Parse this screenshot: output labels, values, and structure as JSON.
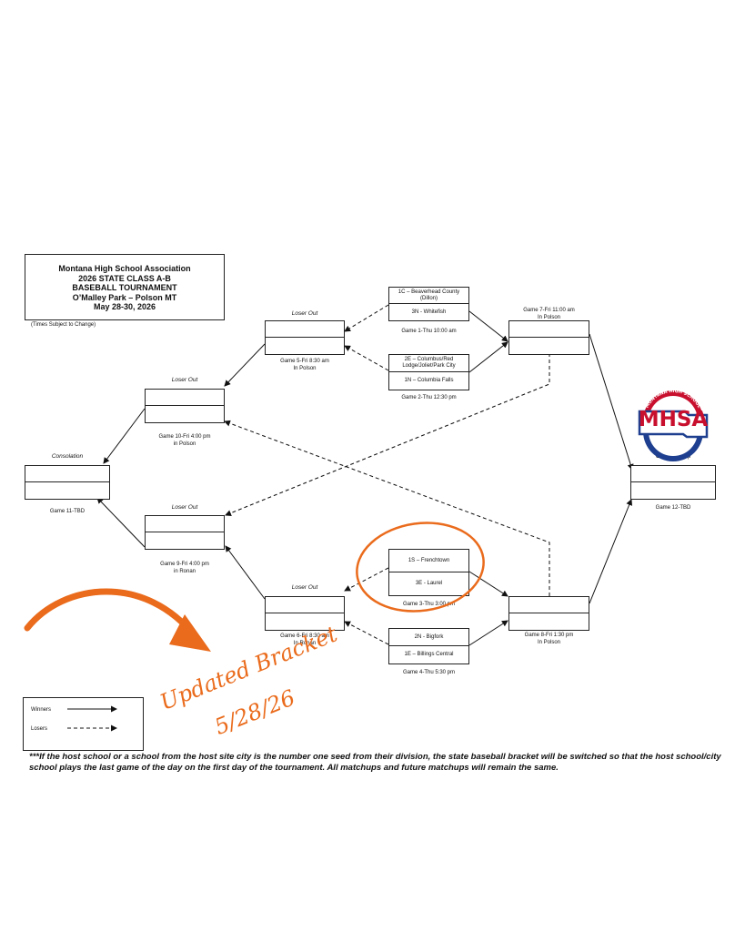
{
  "header": {
    "line1": "Montana High School Association",
    "line2": "2026 STATE CLASS A-B",
    "line3": "BASEBALL TOURNAMENT",
    "line4": "O’Malley Park – Polson MT",
    "line5": "May 28-30, 2026",
    "note": "(Times Subject to Change)"
  },
  "games": {
    "g1": {
      "top": "1C – Beaverhead County (Dillon)",
      "bottom": "3N - Whitefish",
      "label": "Game 1-Thu 10:00 am"
    },
    "g2": {
      "top": "2E – Columbus/Red Lodge/Joliet/Park City",
      "bottom": "1N – Columbia Falls",
      "label": "Game 2-Thu 12:30 pm"
    },
    "g3": {
      "top": "1S – Frenchtown",
      "bottom": "3E - Laurel",
      "label": "Game 3-Thu 3:00 pm"
    },
    "g4": {
      "top": "2N - Bigfork",
      "bottom": "1E – Billings Central",
      "label": "Game 4-Thu 5:30 pm"
    },
    "g5": {
      "title": "Loser Out",
      "label1": "Game 5-Fri 8:30 am",
      "label2": "In Polson"
    },
    "g6": {
      "title": "Loser Out",
      "label1": "Game 6-Fri 8:30 am",
      "label2": "In Ronan"
    },
    "g7": {
      "label1": "Game 7-Fri 11:00 am",
      "label2": "In Polson"
    },
    "g8": {
      "label1": "Game 8-Fri 1:30 pm",
      "label2": "In Polson"
    },
    "g9": {
      "title": "Loser Out",
      "label1": "Game 9-Fri 4:00 pm",
      "label2": "in Ronan"
    },
    "g10": {
      "title": "Loser Out",
      "label1": "Game 10-Fri 4:00 pm",
      "label2": "in Polson"
    },
    "g11": {
      "title": "Consolation",
      "label": "Game 11-TBD"
    },
    "g12": {
      "title": "Championship",
      "label": "Game 12-TBD"
    }
  },
  "legend": {
    "winners": "Winners",
    "losers": "Losers"
  },
  "footer": "***If the host school or a school from the host site city is the number one seed from their division, the state baseball bracket will be switched so that the host school/city school plays the last game of the day on the first day of the tournament.  All matchups and future matchups will remain the same.",
  "logo": {
    "text": "MHSA",
    "arc_top": "MONTANA HIGH SCHOOL",
    "arc_bottom": "ASSOCIATION"
  },
  "annotation": {
    "line1": "Updated Bracket",
    "line2": "5/28/26"
  },
  "colors": {
    "accent": "#ea6b1c",
    "logo_red": "#c8102e",
    "logo_blue": "#1e3f8f"
  }
}
